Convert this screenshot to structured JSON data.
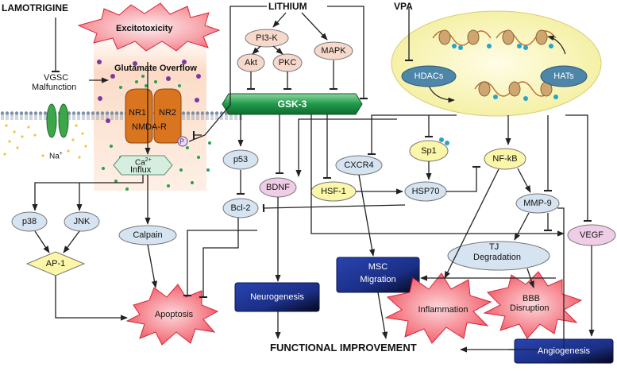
{
  "labels": {
    "lamotrigine": "LAMOTRIGINE",
    "lithium": "LITHIUM",
    "vpa": "VPA",
    "excitotoxicity": "Excitotoxicity",
    "glutamate_overflow": "Glutamate Overflow",
    "vgsc": "VGSC",
    "malfunction": "Malfunction",
    "nr1": "NR1",
    "nr2": "NR2",
    "nmda_r": "NMDA-R",
    "p_badge": "P",
    "na": "Na",
    "na_sup": "+",
    "ca": "Ca",
    "ca_sup": "2+",
    "influx": "Influx",
    "pi3k": "PI3-K",
    "akt": "Akt",
    "pkc": "PKC",
    "mapk": "MAPK",
    "gsk3": "GSK-3",
    "hdacs": "HDACs",
    "hats": "HATs",
    "p53": "p53",
    "bdnf": "BDNF",
    "cxcr4": "CXCR4",
    "sp1": "Sp1",
    "nfkb": "NF-kB",
    "hsf1": "HSF-1",
    "hsp70": "HSP70",
    "bcl2": "Bcl-2",
    "mmp9": "MMP-9",
    "p38": "p38",
    "jnk": "JNK",
    "calpain": "Calpain",
    "vegf": "VEGF",
    "ap1": "AP-1",
    "tj_1": "TJ",
    "tj_2": "Degradation",
    "msc_1": "MSC",
    "msc_2": "Migration",
    "neurogenesis": "Neurogenesis",
    "apoptosis": "Apoptosis",
    "inflammation": "Inflammation",
    "bbb_1": "BBB",
    "bbb_2": "Disruption",
    "angiogenesis": "Angiogenesis",
    "functional": "FUNCTIONAL IMPROVEMENT"
  },
  "colors": {
    "gsk_green": "#1f9a4a",
    "navy": "#1b2f86",
    "burst_red": "#ef3b4a",
    "yellow_fill": "#fcf6a8",
    "pink_fill": "#f0cde6",
    "blue_fill": "#d6e4f2",
    "salmon_fill": "#f7d9cc",
    "hex_fill": "#d5eedf",
    "nucleus_fill": "#f8f6b4"
  }
}
